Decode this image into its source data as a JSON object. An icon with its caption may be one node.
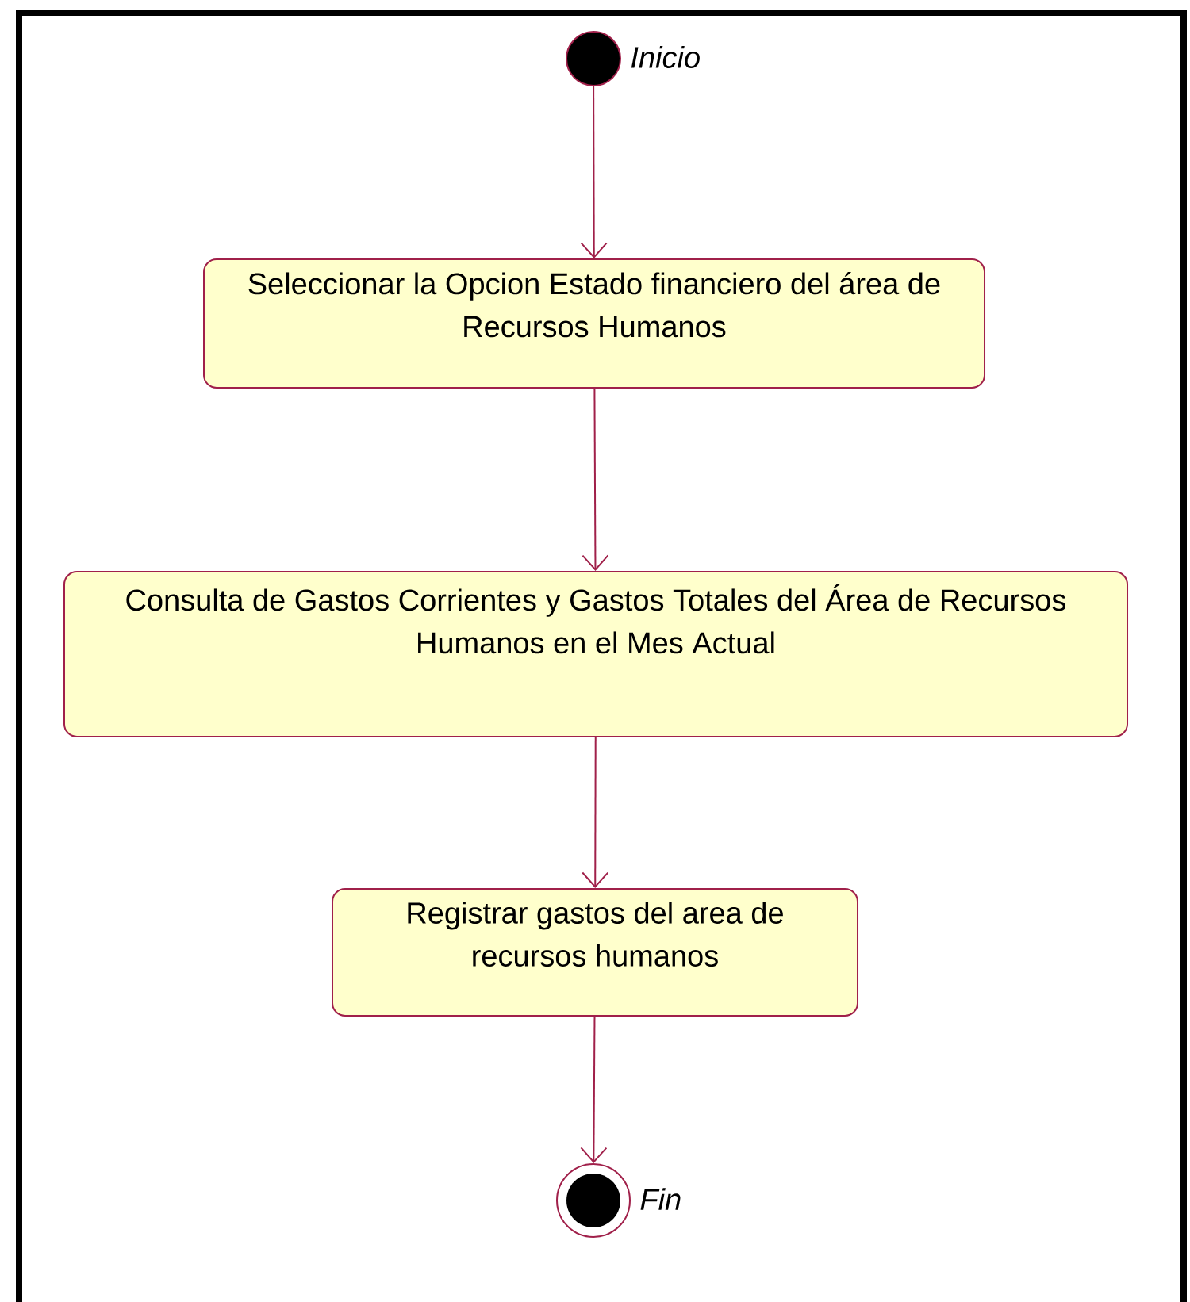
{
  "diagram": {
    "nodes": [
      {
        "text": [],
        "shape": "circle",
        "beside": [
          "Inicio"
        ]
      },
      {
        "text": [
          "Seleccionar la Opcion Estado financiero del área de Recursos Humanos"
        ]
      },
      {
        "text": [
          "Consulta de Gastos Corrientes y Gastos Totales del Área de Recursos Humanos en el Mes Actual"
        ]
      },
      {
        "text": [
          "Registrar gastos del area de recursos humanos"
        ]
      },
      {
        "text": [],
        "shape": "bullseye",
        "beside": [
          "Fin"
        ]
      }
    ],
    "edges": [
      {
        "from": 0,
        "to": 1,
        "arrow": "to"
      },
      {
        "from": 1,
        "to": 2,
        "arrow": "to"
      },
      {
        "from": 2,
        "to": 3,
        "arrow": "to"
      },
      {
        "from": 3,
        "to": 4,
        "arrow": "to"
      }
    ]
  }
}
